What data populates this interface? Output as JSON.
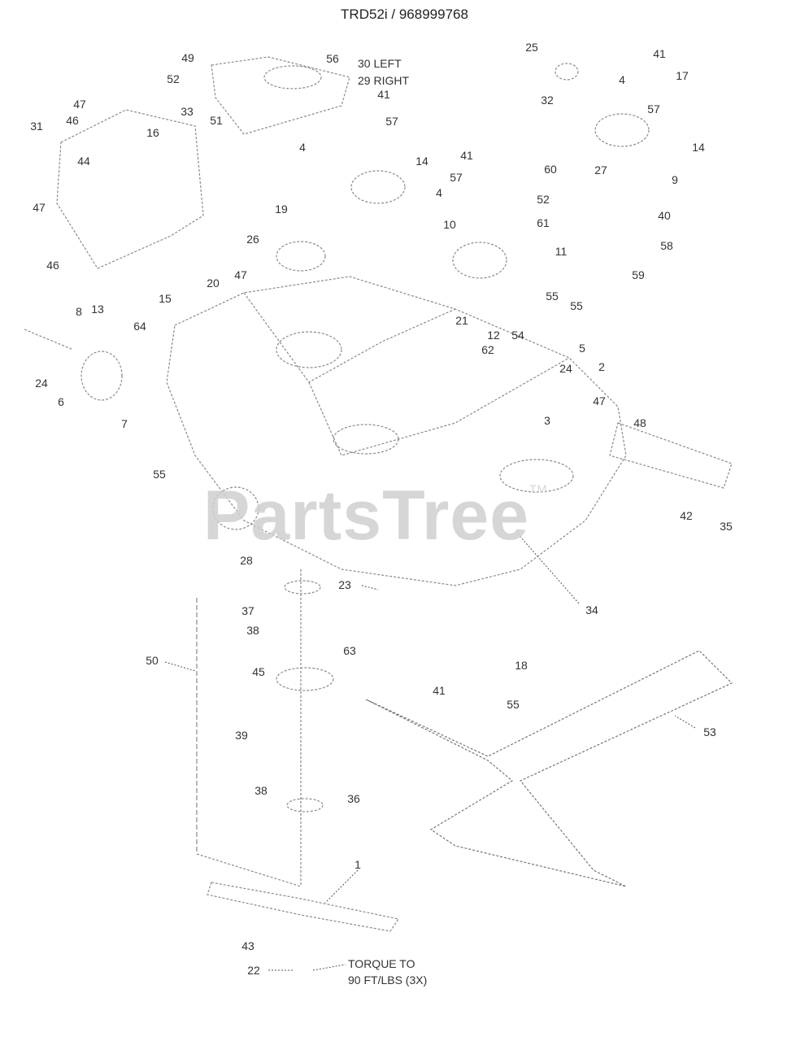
{
  "title": "TRD52i / 968999768",
  "watermark": {
    "text": "PartsTree",
    "tm": "TM"
  },
  "notes": {
    "left_right_1": "30 LEFT",
    "left_right_2": "29 RIGHT",
    "torque_1": "TORQUE TO",
    "torque_2": "90 FT/LBS (3X)"
  },
  "callouts": [
    "49",
    "56",
    "52",
    "51",
    "33",
    "47",
    "46",
    "31",
    "16",
    "44",
    "47",
    "46",
    "19",
    "26",
    "20",
    "15",
    "47",
    "13",
    "8",
    "64",
    "24",
    "6",
    "7",
    "55",
    "41",
    "57",
    "4",
    "14",
    "41",
    "57",
    "4",
    "10",
    "21",
    "12",
    "62",
    "54",
    "55",
    "55",
    "5",
    "2",
    "24",
    "3",
    "47",
    "48",
    "42",
    "35",
    "34",
    "28",
    "23",
    "37",
    "38",
    "63",
    "50",
    "45",
    "18",
    "41",
    "55",
    "39",
    "53",
    "38",
    "36",
    "1",
    "43",
    "22",
    "25",
    "41",
    "17",
    "4",
    "57",
    "32",
    "14",
    "60",
    "27",
    "9",
    "52",
    "40",
    "61",
    "58",
    "11",
    "59"
  ]
}
